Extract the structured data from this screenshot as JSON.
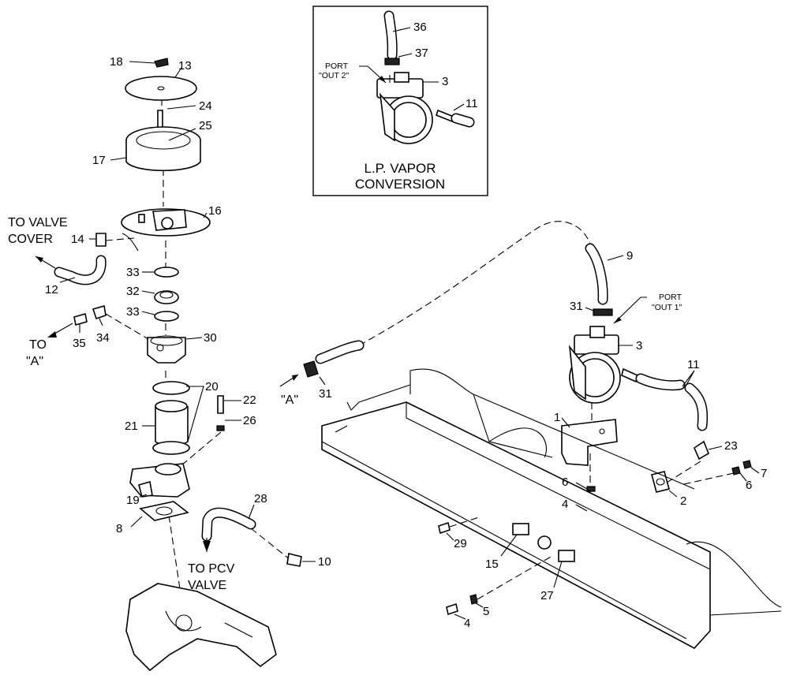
{
  "inset": {
    "title_line1": "L.P. VAPOR",
    "title_line2": "CONVERSION",
    "port_line1": "PORT",
    "port_line2": "\"OUT 2\""
  },
  "labels": {
    "to_valve_cover_1": "TO VALVE",
    "to_valve_cover_2": "COVER",
    "to_a_1": "TO",
    "to_a_2": "\"A\"",
    "to_pcv_1": "TO PCV",
    "to_pcv_2": "VALVE",
    "port_out1_1": "PORT",
    "port_out1_2": "\"OUT 1\"",
    "a_marker": "\"A\""
  },
  "callouts": [
    {
      "id": "c36",
      "text": "36"
    },
    {
      "id": "c37",
      "text": "37"
    },
    {
      "id": "c3a",
      "text": "3"
    },
    {
      "id": "c11a",
      "text": "11"
    },
    {
      "id": "c18",
      "text": "18"
    },
    {
      "id": "c13",
      "text": "13"
    },
    {
      "id": "c24",
      "text": "24"
    },
    {
      "id": "c25",
      "text": "25"
    },
    {
      "id": "c17",
      "text": "17"
    },
    {
      "id": "c16",
      "text": "16"
    },
    {
      "id": "c14",
      "text": "14"
    },
    {
      "id": "c12",
      "text": "12"
    },
    {
      "id": "c33a",
      "text": "33"
    },
    {
      "id": "c32",
      "text": "32"
    },
    {
      "id": "c33b",
      "text": "33"
    },
    {
      "id": "c35",
      "text": "35"
    },
    {
      "id": "c34",
      "text": "34"
    },
    {
      "id": "c30",
      "text": "30"
    },
    {
      "id": "c20",
      "text": "20"
    },
    {
      "id": "c22",
      "text": "22"
    },
    {
      "id": "c21",
      "text": "21"
    },
    {
      "id": "c26",
      "text": "26"
    },
    {
      "id": "c19",
      "text": "19"
    },
    {
      "id": "c8",
      "text": "8"
    },
    {
      "id": "c28",
      "text": "28"
    },
    {
      "id": "c10",
      "text": "10"
    },
    {
      "id": "c9",
      "text": "9"
    },
    {
      "id": "c31a",
      "text": "31"
    },
    {
      "id": "c3b",
      "text": "3"
    },
    {
      "id": "c11b",
      "text": "11"
    },
    {
      "id": "c31b",
      "text": "31"
    },
    {
      "id": "c1",
      "text": "1"
    },
    {
      "id": "c23",
      "text": "23"
    },
    {
      "id": "c7",
      "text": "7"
    },
    {
      "id": "c6a",
      "text": "6"
    },
    {
      "id": "c6b",
      "text": "6"
    },
    {
      "id": "c2",
      "text": "2"
    },
    {
      "id": "c4a",
      "text": "4"
    },
    {
      "id": "c29",
      "text": "29"
    },
    {
      "id": "c15",
      "text": "15"
    },
    {
      "id": "c27",
      "text": "27"
    },
    {
      "id": "c4b",
      "text": "4"
    },
    {
      "id": "c5",
      "text": "5"
    }
  ]
}
